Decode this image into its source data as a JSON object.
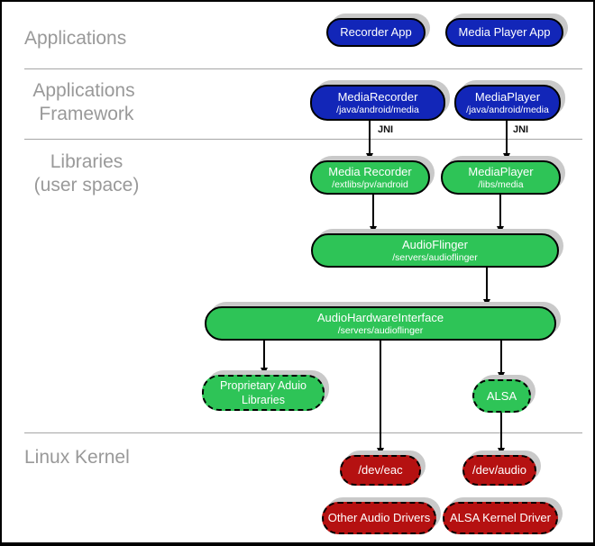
{
  "sections": [
    {
      "id": "applications",
      "label": "Applications"
    },
    {
      "id": "applications-framework",
      "label": "Applications\n Framework"
    },
    {
      "id": "libraries",
      "label": "Libraries\n(user space)"
    },
    {
      "id": "linux-kernel",
      "label": "Linux Kernel"
    }
  ],
  "nodes": {
    "recorder_app": {
      "title": "Recorder App"
    },
    "media_player_app": {
      "title": "Media Player App"
    },
    "media_recorder_fw": {
      "title": "MediaRecorder",
      "path": "/java/android/media"
    },
    "media_player_fw": {
      "title": "MediaPlayer",
      "path": "/java/android/media"
    },
    "media_recorder_lib": {
      "title": "Media Recorder",
      "path": "/extlibs/pv/android"
    },
    "media_player_lib": {
      "title": "MediaPlayer",
      "path": "/libs/media"
    },
    "audioflinger": {
      "title": "AudioFlinger",
      "path": "/servers/audioflinger"
    },
    "audio_hardware_interface": {
      "title": "AudioHardwareInterface",
      "path": "/servers/audioflinger"
    },
    "proprietary_audio_libs": {
      "line1": "Proprietary Aduio",
      "line2": "Libraries"
    },
    "alsa": {
      "title": "ALSA"
    },
    "dev_eac": {
      "title": "/dev/eac"
    },
    "dev_audio": {
      "title": "/dev/audio"
    },
    "other_audio_drivers": {
      "title": "Other Audio Drivers"
    },
    "alsa_kernel_driver": {
      "title": "ALSA Kernel Driver"
    }
  },
  "annotations": {
    "jni_left": "JNI",
    "jni_right": "JNI"
  },
  "colors": {
    "app_blue": "#1226b8",
    "lib_green": "#2ec457",
    "kernel_red": "#b51111",
    "shadow": "#c9c9c9",
    "section_label": "#999999",
    "divider": "#a6a6a6"
  }
}
